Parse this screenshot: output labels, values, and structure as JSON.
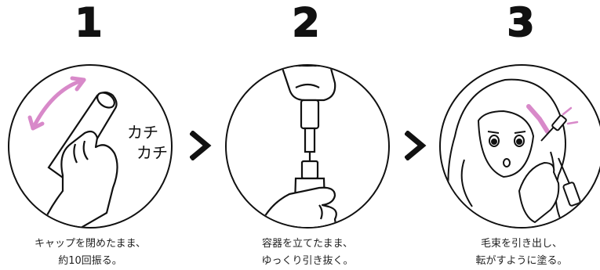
{
  "steps": [
    {
      "number": "1",
      "sound": [
        "カチ",
        "カチ"
      ],
      "caption": [
        "キャップを閉めたまま、",
        "約10回振る。"
      ]
    },
    {
      "number": "2",
      "caption": [
        "容器を立てたまま、",
        "ゆっくり引き抜く。"
      ]
    },
    {
      "number": "3",
      "caption": [
        "毛束を引き出し、",
        "転がすように塗る。"
      ]
    }
  ],
  "colors": {
    "accent": "#d889c9",
    "line": "#111111"
  },
  "icons": [
    "chevron-right-icon",
    "chevron-right-icon"
  ]
}
